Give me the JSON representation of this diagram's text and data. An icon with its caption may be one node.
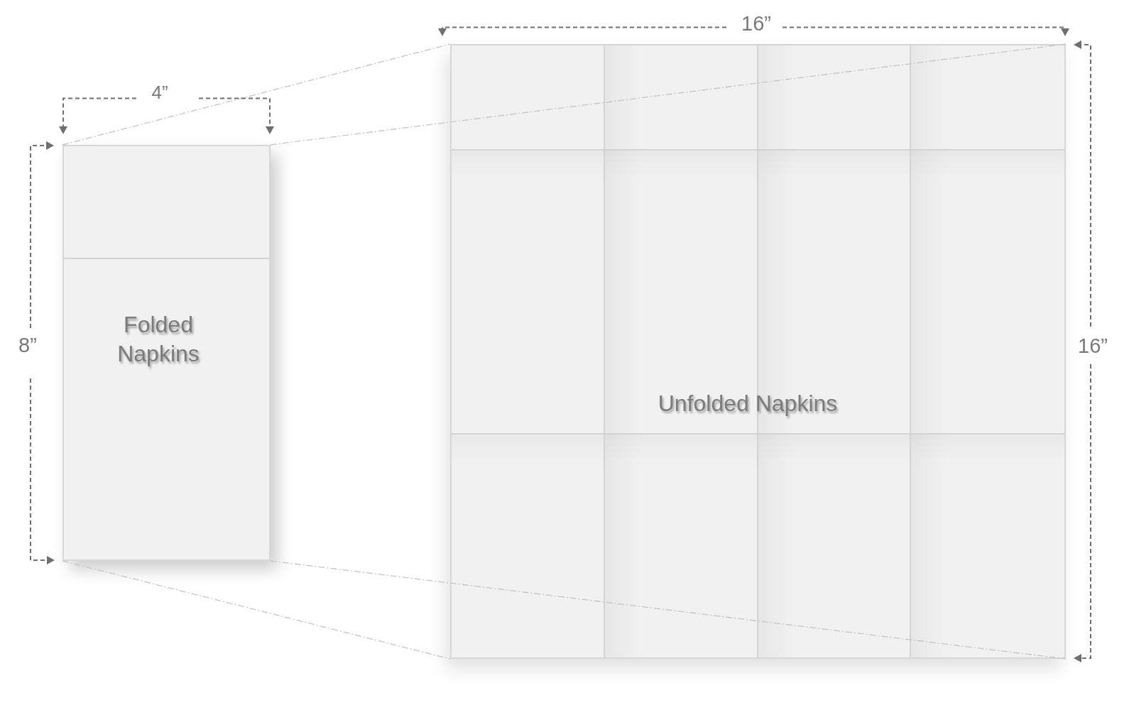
{
  "diagram": {
    "nodes": [
      {
        "text": [
          "Folded Napkins"
        ]
      },
      {
        "text": [
          "Unfolded Napkins"
        ]
      }
    ],
    "edges": [
      {
        "from": 0,
        "to": 1,
        "arrow": "none",
        "style": "dashed"
      },
      {
        "from": 0,
        "to": 1,
        "arrow": "none",
        "style": "dashed"
      },
      {
        "from": 0,
        "to": 1,
        "arrow": "none",
        "style": "dashed"
      },
      {
        "from": 0,
        "to": 1,
        "arrow": "none",
        "style": "dashed"
      }
    ],
    "labels": [
      "16”",
      "4”",
      "8”",
      "16”"
    ]
  }
}
